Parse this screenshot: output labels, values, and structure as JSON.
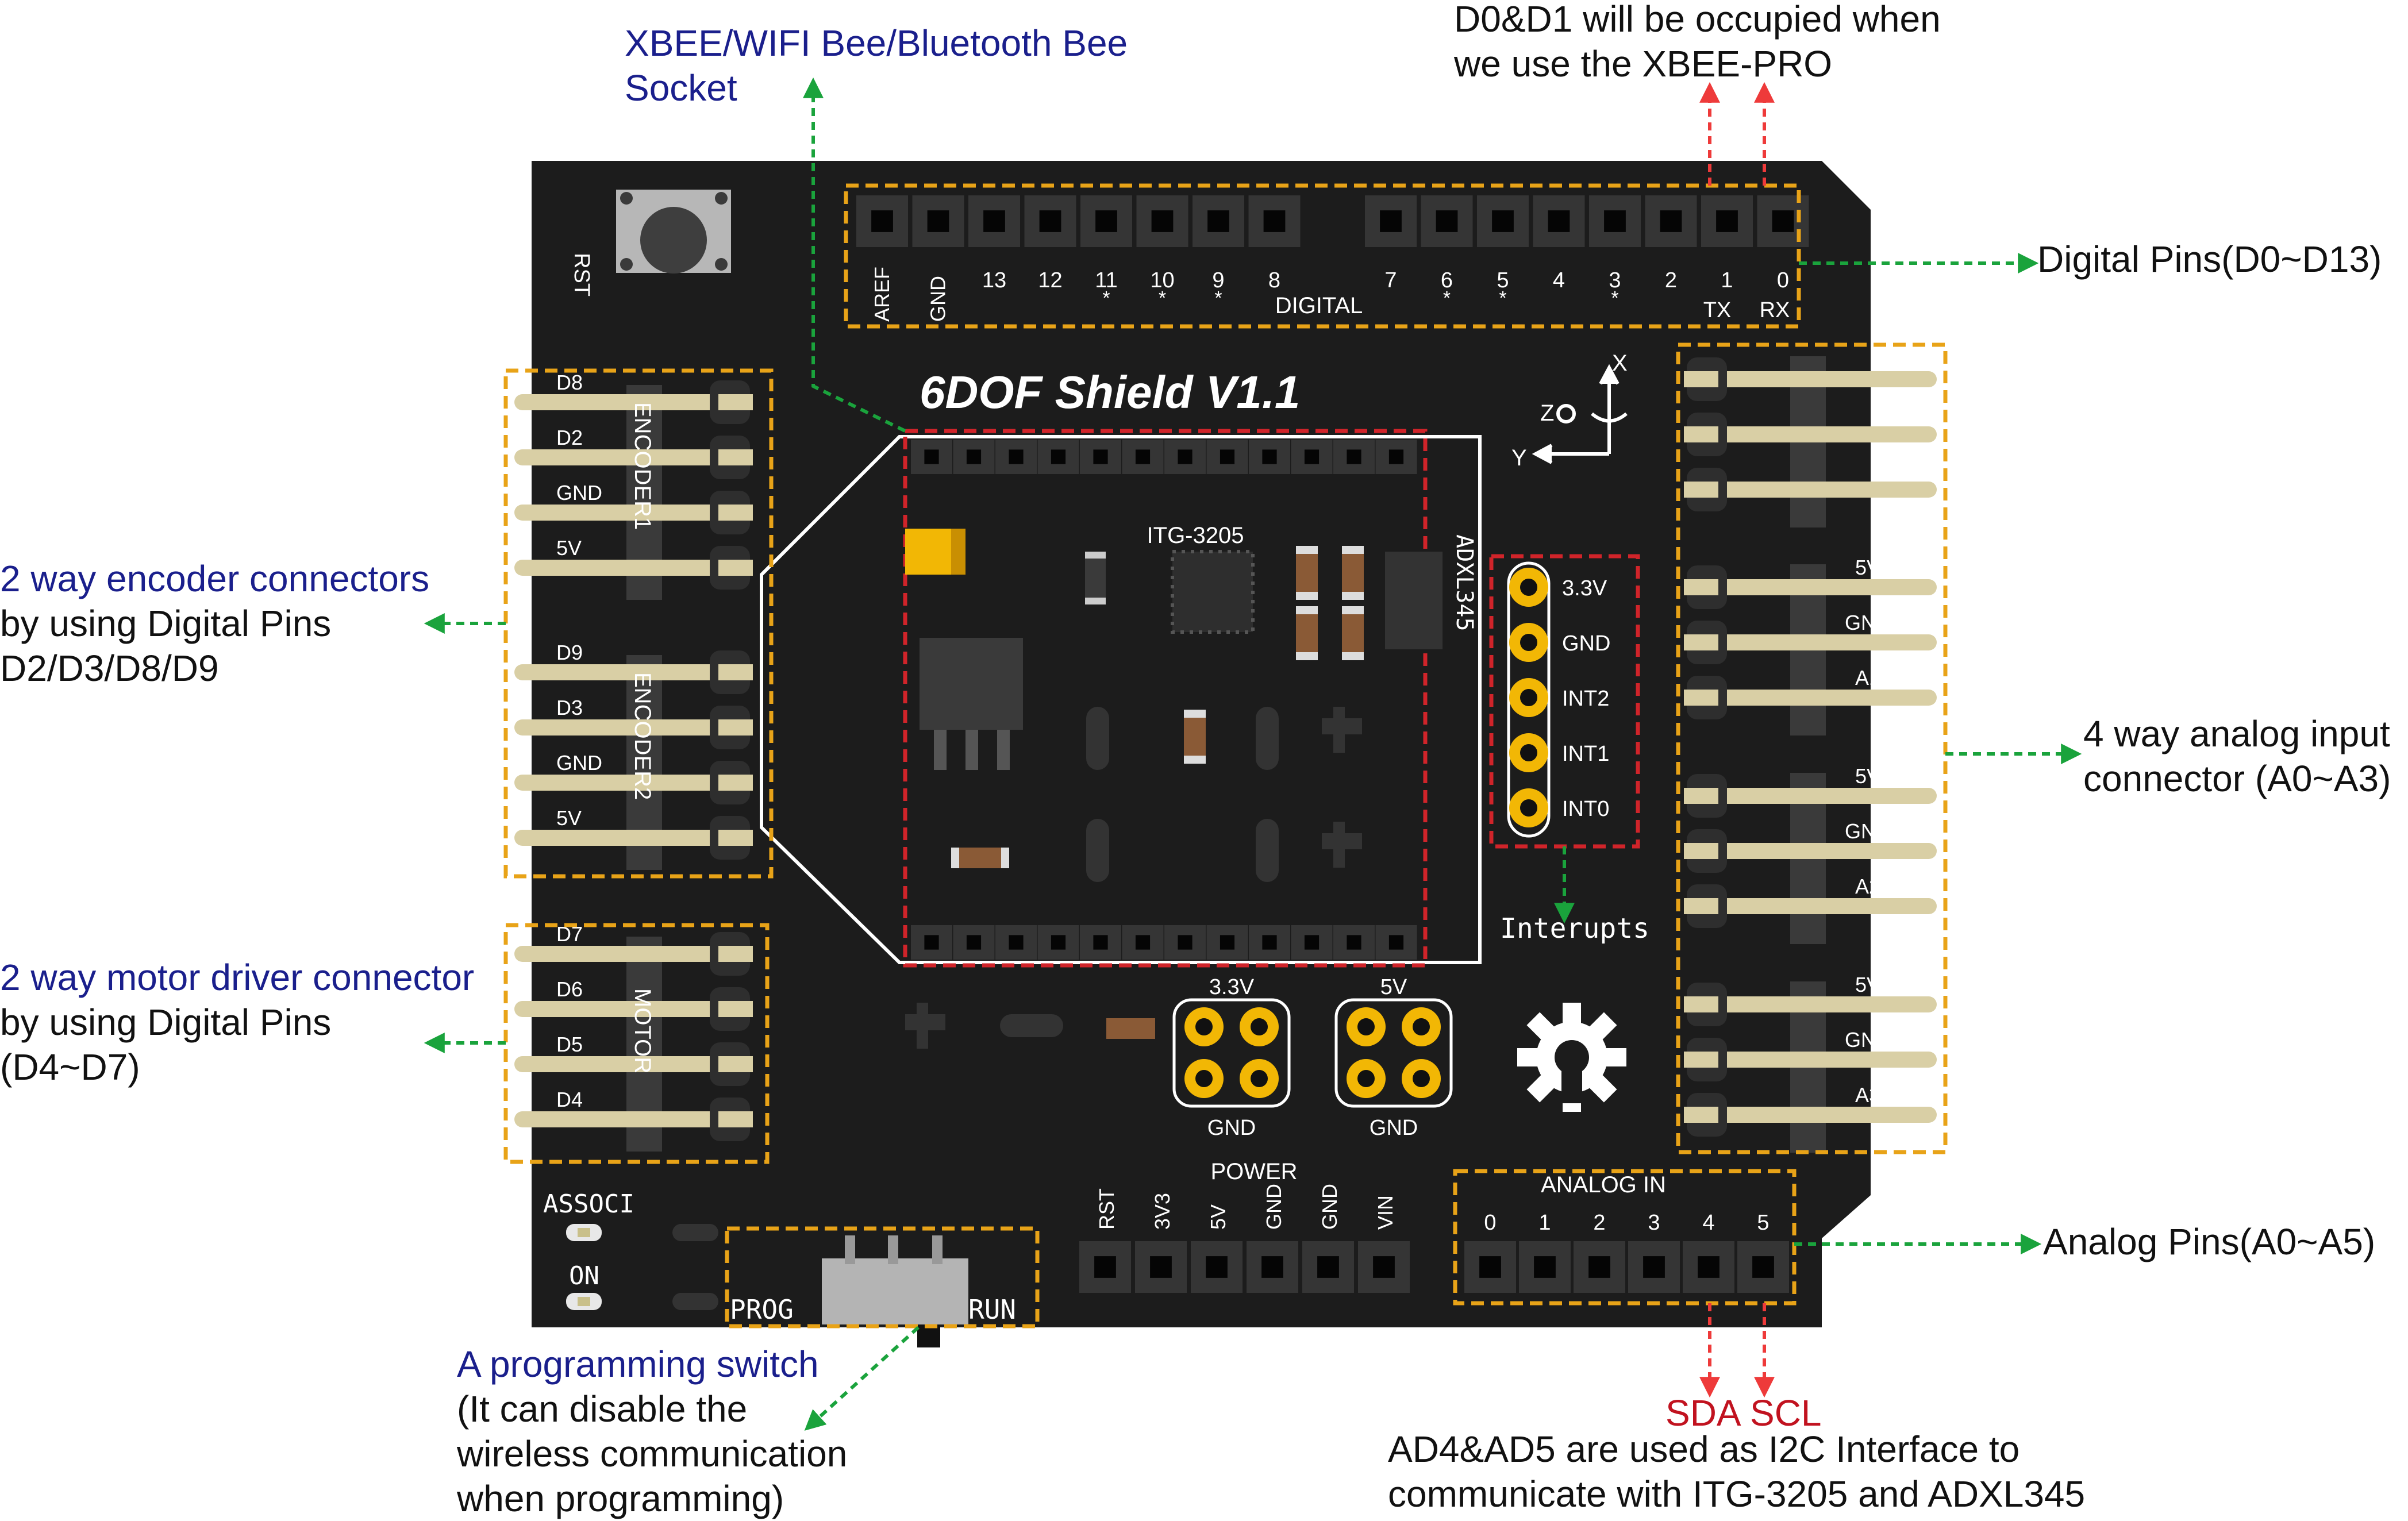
{
  "board": {
    "title": "6DOF Shield V1.1",
    "rst_label": "RST",
    "digital_label": "DIGITAL",
    "digital_pins": [
      "AREF",
      "GND",
      "13",
      "12",
      "11",
      "10",
      "9",
      "8",
      "7",
      "6",
      "5",
      "4",
      "3",
      "2",
      "1",
      "0"
    ],
    "pwm_marks": [
      "11",
      "10",
      "9",
      "6",
      "5",
      "3"
    ],
    "tx_label": "TX",
    "rx_label": "RX",
    "encoder1_label": "ENCODER1",
    "encoder2_label": "ENCODER2",
    "motor_label": "MOTOR",
    "encoder1_pins": [
      "D8",
      "D2",
      "GND",
      "5V"
    ],
    "encoder2_pins": [
      "D9",
      "D3",
      "GND",
      "5V"
    ],
    "motor_pins": [
      "D7",
      "D6",
      "D5",
      "D4"
    ],
    "gyro_chip": "ITG-3205",
    "accel_chip": "ADXL345",
    "interrupt_pins": [
      "3.3V",
      "GND",
      "INT2",
      "INT1",
      "INT0"
    ],
    "interrupts_label": "Interupts",
    "analog_groups": [
      [
        "5V",
        "GND",
        "A0"
      ],
      [
        "5V",
        "GND",
        "A1"
      ],
      [
        "5V",
        "GND",
        "A2"
      ],
      [
        "5V",
        "GND",
        "A3"
      ]
    ],
    "power_label": "POWER",
    "power_pins": [
      "RST",
      "3V3",
      "5V",
      "GND",
      "GND",
      "VIN"
    ],
    "analog_in_label": "ANALOG IN",
    "analog_in_pins": [
      "0",
      "1",
      "2",
      "3",
      "4",
      "5"
    ],
    "jumper_33v_top": "3.3V",
    "jumper_33v_bottom": "GND",
    "jumper_5v_top": "5V",
    "jumper_5v_bottom": "GND",
    "assoc_label": "ASSOCI",
    "on_label": "ON",
    "prog_label": "PROG",
    "run_label": "RUN",
    "axis_x": "X",
    "axis_y": "Y",
    "axis_z": "Z"
  },
  "annotations": {
    "xbee_socket": [
      "XBEE/WIFI Bee/Bluetooth Bee",
      "Socket"
    ],
    "d0d1": [
      "D0&D1 will be occupied when",
      "we use the XBEE-PRO"
    ],
    "digital_pins": "Digital Pins(D0~D13)",
    "encoder": [
      "2 way encoder connectors",
      "by using Digital Pins",
      "D2/D3/D8/D9"
    ],
    "analog_input": [
      "4 way analog input",
      "connector (A0~A3)"
    ],
    "motor": [
      "2 way motor driver connector",
      "by using Digital Pins",
      "(D4~D7)"
    ],
    "analog_pins": "Analog Pins(A0~A5)",
    "prog_switch": [
      "A programming switch",
      "(It can disable the",
      "wireless communication",
      "when programming)"
    ],
    "sda": "SDA",
    "scl": "SCL",
    "i2c": [
      "AD4&AD5 are used as I2C Interface to",
      "communicate with ITG-3205 and ADXL345"
    ]
  },
  "colors": {
    "board": "#1c1c1c",
    "header": "#353535",
    "pin_hole": "#050505",
    "gold_pin": "#d9cfa5",
    "yellow_box": "#e8a318",
    "red_box": "#d0242a",
    "green_arrow": "#1aa33c",
    "red_arrow": "#ee3a3a",
    "navy_text": "#1a1f8c",
    "pad_yellow": "#f2b705"
  }
}
